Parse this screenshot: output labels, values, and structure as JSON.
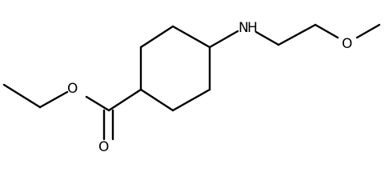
{
  "molecule": {
    "atoms": {
      "nitrogen": "N",
      "methoxy_oxygen": "O",
      "ester_oxygen": "O",
      "carbonyl_oxygen": "O"
    }
  }
}
